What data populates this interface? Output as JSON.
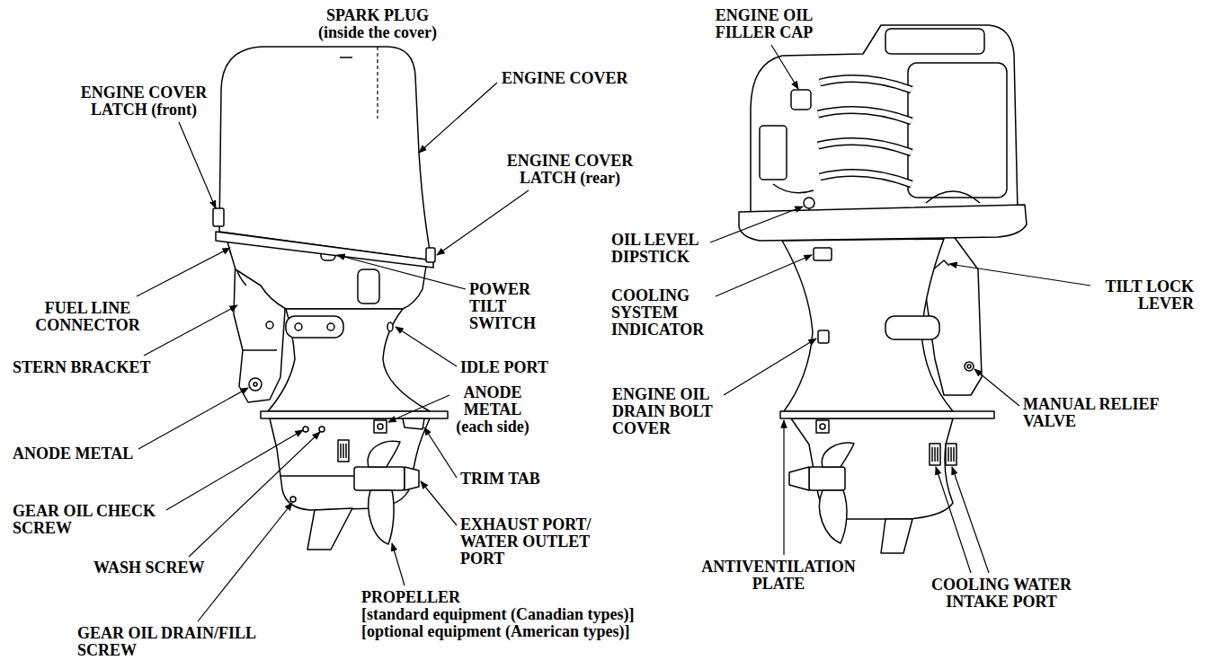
{
  "diagram": {
    "labels": [
      "SPARK PLUG (inside the cover)",
      "ENGINE COVER",
      "ENGINE COVER LATCH (front)",
      "ENGINE COVER LATCH (rear)",
      "FUEL LINE CONNECTOR",
      "POWER TILT SWITCH",
      "STERN BRACKET",
      "IDLE PORT",
      "ANODE METAL (each side)",
      "ANODE METAL",
      "TRIM TAB",
      "GEAR OIL CHECK SCREW",
      "EXHAUST PORT/ WATER OUTLET PORT",
      "WASH SCREW",
      "GEAR OIL DRAIN/FILL SCREW",
      "PROPELLER [standard equipment (Canadian types)] [optional equipment (American types)]",
      "ENGINE OIL FILLER CAP",
      "OIL LEVEL DIPSTICK",
      "COOLING SYSTEM INDICATOR",
      "TILT LOCK LEVER",
      "ENGINE OIL DRAIN BOLT COVER",
      "MANUAL RELIEF VALVE",
      "ANTIVENTILATION PLATE",
      "COOLING WATER INTAKE PORT"
    ]
  }
}
